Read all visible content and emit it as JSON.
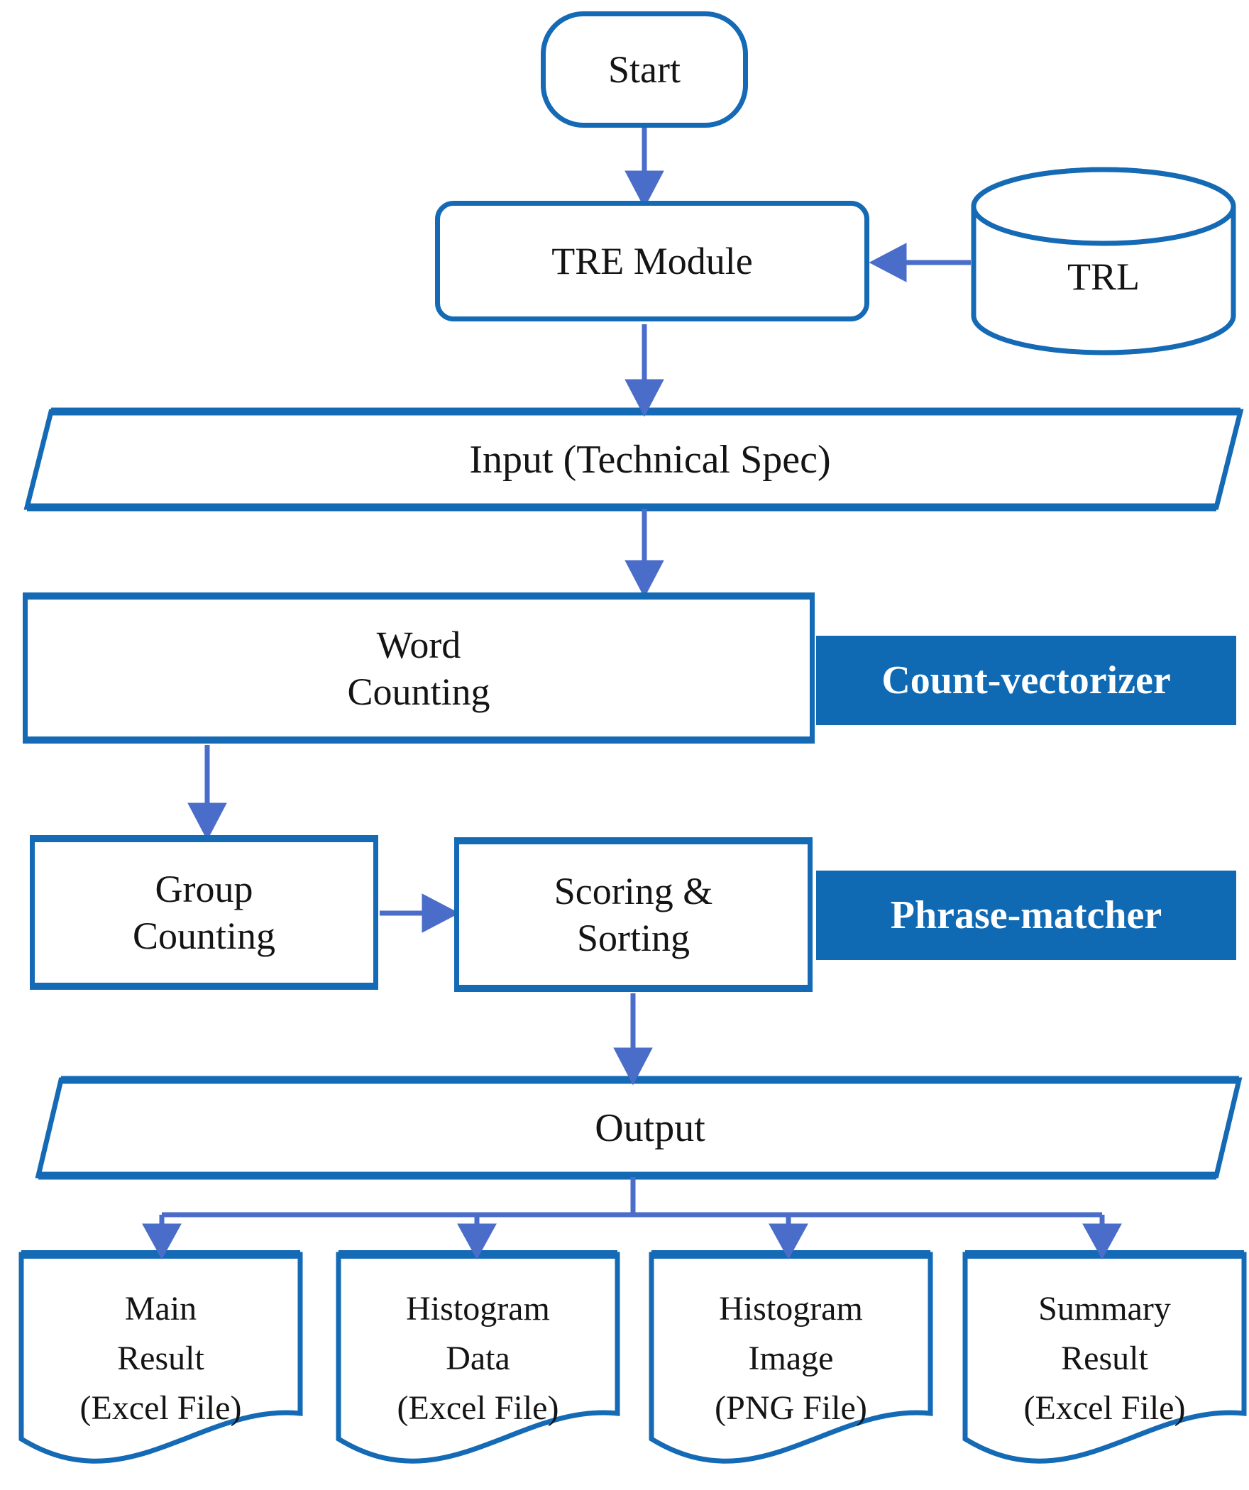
{
  "colors": {
    "shape_border": "#146ab5",
    "annotation_fill": "#0f6ab3",
    "arrow": "#4a6dc9",
    "node_text": "#141414",
    "annotation_text": "#ffffff"
  },
  "nodes": {
    "start": {
      "type": "terminator",
      "label": "Start"
    },
    "tre_module": {
      "type": "process",
      "label": "TRE Module"
    },
    "trl": {
      "type": "database",
      "label": "TRL"
    },
    "input": {
      "type": "input-output",
      "label": "Input (Technical Spec)"
    },
    "word_counting": {
      "type": "process",
      "label": "Word Counting",
      "lines": [
        "Word",
        "Counting"
      ]
    },
    "count_vectorizer": {
      "type": "annotation",
      "label": "Count-vectorizer"
    },
    "group_counting": {
      "type": "process",
      "label": "Group Counting",
      "lines": [
        "Group",
        "Counting"
      ]
    },
    "scoring_sorting": {
      "type": "process",
      "label": "Scoring & Sorting",
      "lines": [
        "Scoring &",
        "Sorting"
      ]
    },
    "phrase_matcher": {
      "type": "annotation",
      "label": "Phrase-matcher"
    },
    "output": {
      "type": "input-output",
      "label": "Output"
    },
    "doc_main_result": {
      "type": "document",
      "label": "Main Result (Excel File)",
      "lines": [
        "Main",
        "Result",
        "(Excel File)"
      ]
    },
    "doc_histogram_data": {
      "type": "document",
      "label": "Histogram Data (Excel File)",
      "lines": [
        "Histogram",
        "Data",
        "(Excel File)"
      ]
    },
    "doc_histogram_image": {
      "type": "document",
      "label": "Histogram Image (PNG File)",
      "lines": [
        "Histogram",
        "Image",
        "(PNG File)"
      ]
    },
    "doc_summary_result": {
      "type": "document",
      "label": "Summary Result (Excel File)",
      "lines": [
        "Summary",
        "Result",
        "(Excel File)"
      ]
    }
  },
  "edges": [
    {
      "from": "start",
      "to": "tre_module"
    },
    {
      "from": "trl",
      "to": "tre_module"
    },
    {
      "from": "tre_module",
      "to": "input"
    },
    {
      "from": "input",
      "to": "word_counting"
    },
    {
      "from": "word_counting",
      "to": "group_counting"
    },
    {
      "from": "group_counting",
      "to": "scoring_sorting"
    },
    {
      "from": "scoring_sorting",
      "to": "output"
    },
    {
      "from": "output",
      "to": "doc_main_result"
    },
    {
      "from": "output",
      "to": "doc_histogram_data"
    },
    {
      "from": "output",
      "to": "doc_histogram_image"
    },
    {
      "from": "output",
      "to": "doc_summary_result"
    }
  ]
}
